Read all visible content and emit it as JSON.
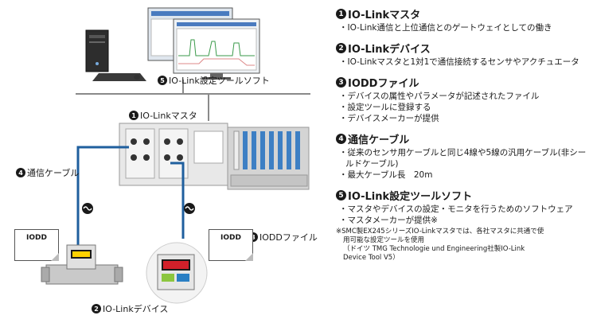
{
  "diagram": {
    "software_label": {
      "num": "5",
      "text": "IO-Link設定ツールソフト"
    },
    "master_label": {
      "num": "1",
      "text": "IO-Linkマスタ"
    },
    "cable_label": {
      "num": "4",
      "text": "通信ケーブル"
    },
    "iodd_file_label": {
      "num": "3",
      "text": "IODDファイル"
    },
    "device_label": {
      "num": "2",
      "text": "IO-Linkデバイス"
    },
    "iodd_doc_left": "IODD",
    "iodd_doc_right": "IODD",
    "colors": {
      "cable": "#1f5f9e",
      "line": "#8a8a8a",
      "accent": "#3a9a4a"
    }
  },
  "panel": {
    "sections": [
      {
        "num": "1",
        "title": "IO-Linkマスタ",
        "items": [
          "IO-Link通信と上位通信とのゲートウェイとしての働き"
        ]
      },
      {
        "num": "2",
        "title": "IO-Linkデバイス",
        "items": [
          "IO-Linkマスタと1対1で通信接続するセンサやアクチュエータ"
        ]
      },
      {
        "num": "3",
        "title": "IODDファイル",
        "items": [
          "デバイスの属性やパラメータが記述されたファイル",
          "設定ツールに登録する",
          "デバイスメーカーが提供"
        ]
      },
      {
        "num": "4",
        "title": "通信ケーブル",
        "items": [
          "従来のセンサ用ケーブルと同じ4線や5線の汎用ケーブル(非シールドケーブル)",
          "最大ケーブル長　20m"
        ]
      },
      {
        "num": "5",
        "title": "IO-Link設定ツールソフト",
        "items": [
          "マスタやデバイスの設定・モニタを行うためのソフトウェア",
          "マスタメーカーが提供※"
        ]
      }
    ],
    "note_lines": [
      "※SMC製EX245シリーズIO-Linkマスタでは、各社マスタに共通で使",
      "用可能な設定ツールを使用",
      "（ドイツ TMG Technologie und Engineering社製IO-Link",
      "Device Tool V5）"
    ]
  }
}
